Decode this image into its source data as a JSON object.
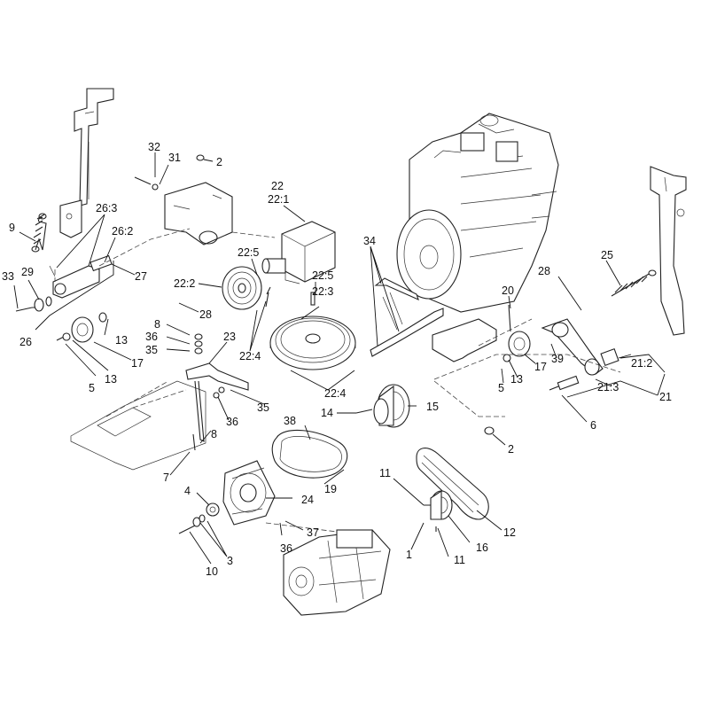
{
  "diagram": {
    "callouts": [
      {
        "id": "c32",
        "text": "32"
      },
      {
        "id": "c31",
        "text": "31"
      },
      {
        "id": "c2a",
        "text": "2"
      },
      {
        "id": "c22",
        "text": "22"
      },
      {
        "id": "c22_1",
        "text": "22:1"
      },
      {
        "id": "c9",
        "text": "9"
      },
      {
        "id": "c26_3",
        "text": "26:3"
      },
      {
        "id": "c26_2",
        "text": "26:2"
      },
      {
        "id": "c27",
        "text": "27"
      },
      {
        "id": "c33",
        "text": "33"
      },
      {
        "id": "c29",
        "text": "29"
      },
      {
        "id": "c26",
        "text": "26"
      },
      {
        "id": "c22_5a",
        "text": "22:5"
      },
      {
        "id": "c22_2",
        "text": "22:2"
      },
      {
        "id": "c28a",
        "text": "28"
      },
      {
        "id": "c13a",
        "text": "13"
      },
      {
        "id": "c17a",
        "text": "17"
      },
      {
        "id": "c5a",
        "text": "5"
      },
      {
        "id": "c13b",
        "text": "13"
      },
      {
        "id": "c8a",
        "text": "8"
      },
      {
        "id": "c36a",
        "text": "36"
      },
      {
        "id": "c35a",
        "text": "35"
      },
      {
        "id": "c23",
        "text": "23"
      },
      {
        "id": "c22_4a",
        "text": "22:4"
      },
      {
        "id": "c22_5b",
        "text": "22:5"
      },
      {
        "id": "c22_3",
        "text": "22:3"
      },
      {
        "id": "c34",
        "text": "34"
      },
      {
        "id": "c22_4b",
        "text": "22:4"
      },
      {
        "id": "c35b",
        "text": "35"
      },
      {
        "id": "c36b",
        "text": "36"
      },
      {
        "id": "c8b",
        "text": "8"
      },
      {
        "id": "c38",
        "text": "38"
      },
      {
        "id": "c14",
        "text": "14"
      },
      {
        "id": "c15",
        "text": "15"
      },
      {
        "id": "c7",
        "text": "7"
      },
      {
        "id": "c4",
        "text": "4"
      },
      {
        "id": "c19",
        "text": "19"
      },
      {
        "id": "c24",
        "text": "24"
      },
      {
        "id": "c36c",
        "text": "36"
      },
      {
        "id": "c37",
        "text": "37"
      },
      {
        "id": "c3",
        "text": "3"
      },
      {
        "id": "c10",
        "text": "10"
      },
      {
        "id": "c11a",
        "text": "11"
      },
      {
        "id": "c11b",
        "text": "11"
      },
      {
        "id": "c1",
        "text": "1"
      },
      {
        "id": "c16",
        "text": "16"
      },
      {
        "id": "c12",
        "text": "12"
      },
      {
        "id": "c2b",
        "text": "2"
      },
      {
        "id": "c25",
        "text": "25"
      },
      {
        "id": "c28b",
        "text": "28"
      },
      {
        "id": "c20",
        "text": "20"
      },
      {
        "id": "c5b",
        "text": "5"
      },
      {
        "id": "c13c",
        "text": "13"
      },
      {
        "id": "c17b",
        "text": "17"
      },
      {
        "id": "c39",
        "text": "39"
      },
      {
        "id": "c21_2",
        "text": "21:2"
      },
      {
        "id": "c21_3",
        "text": "21:3"
      },
      {
        "id": "c21",
        "text": "21"
      },
      {
        "id": "c6",
        "text": "6"
      }
    ]
  }
}
